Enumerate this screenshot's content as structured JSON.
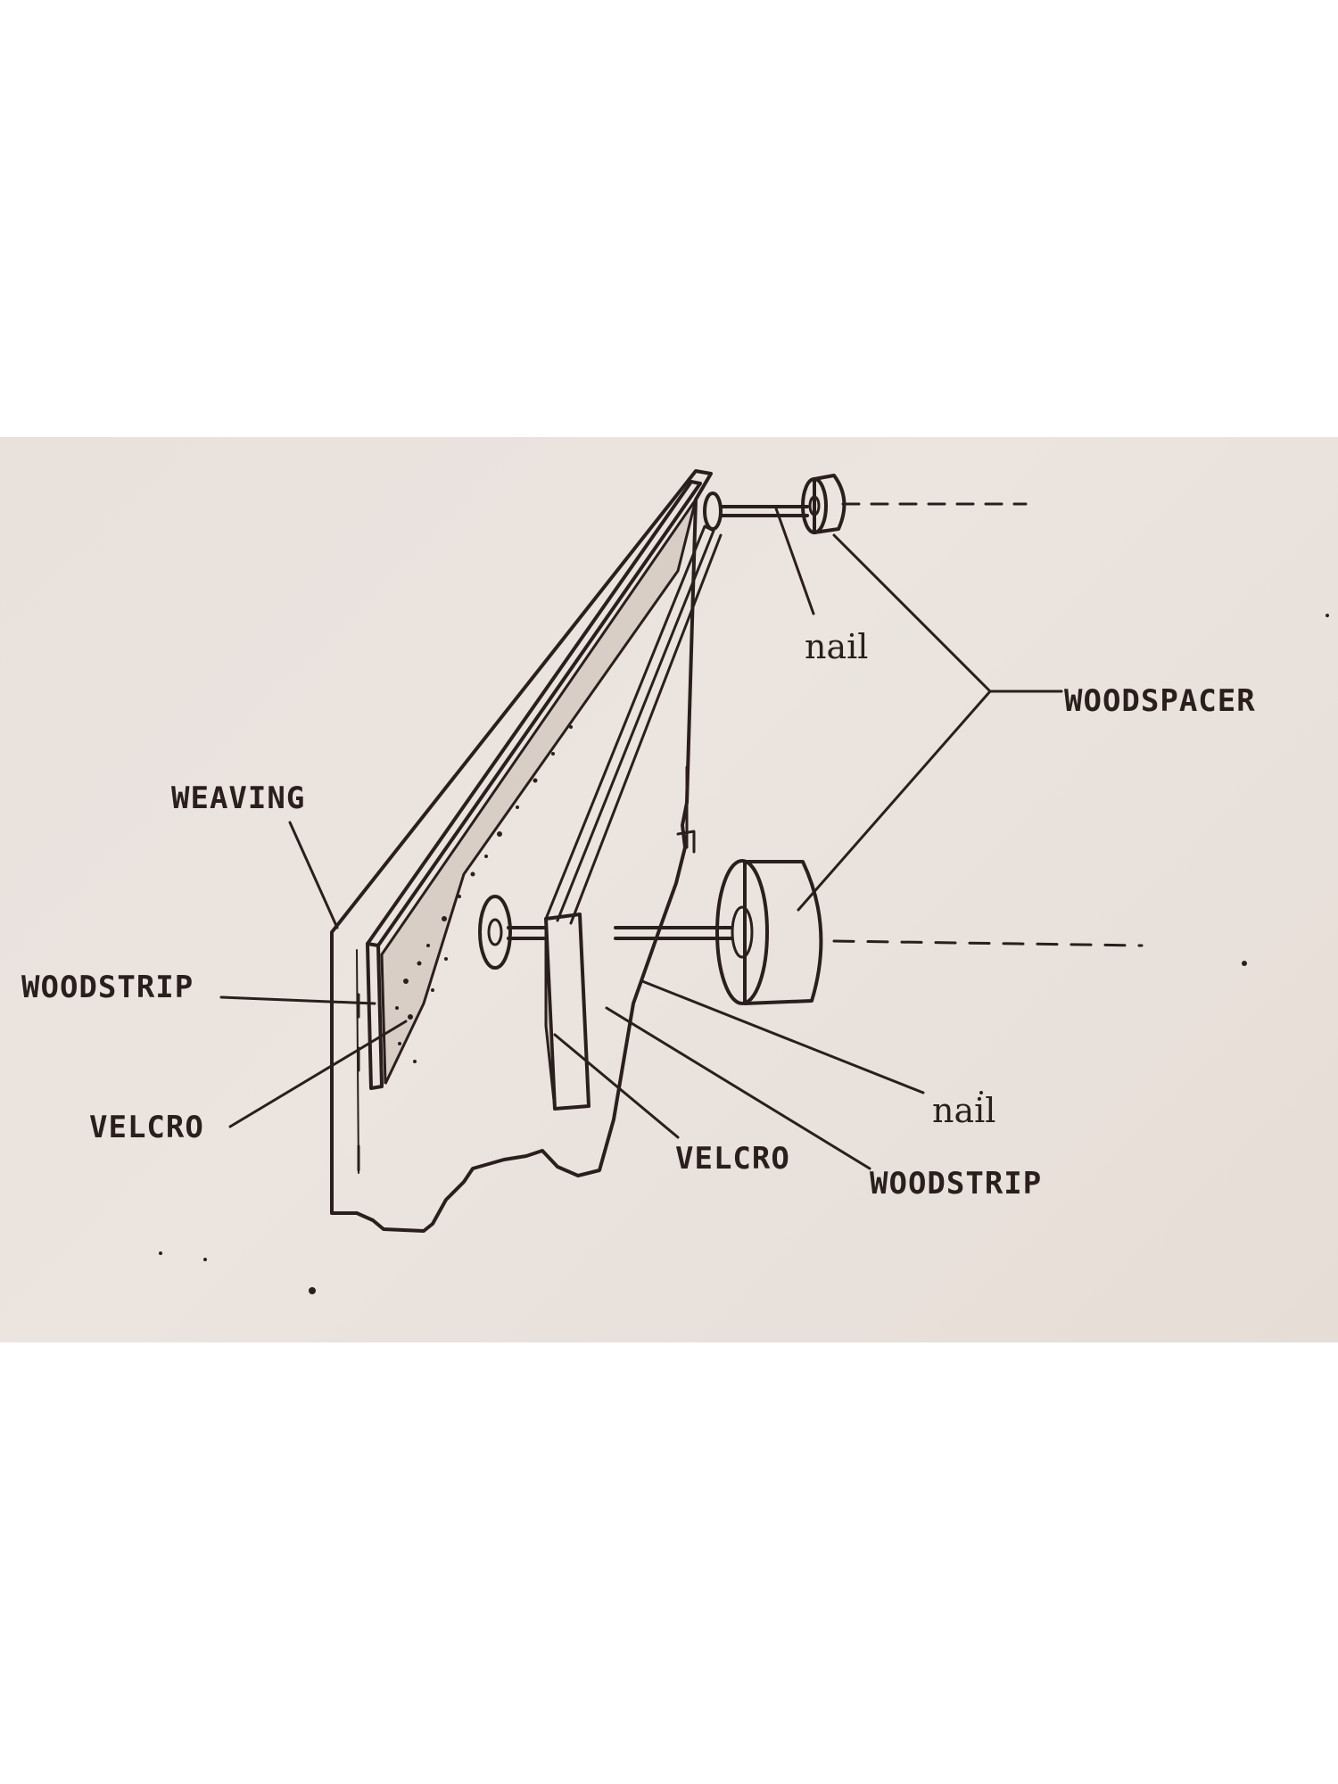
{
  "labels": {
    "weaving": "WEAVING",
    "woodstrip_left": "WOODSTRIP",
    "velcro_left": "VELCRO",
    "nail_top": "nail",
    "woodspacer": "WOODSPACER",
    "nail_bottom": "nail",
    "velcro_right": "VELCRO",
    "woodstrip_right": "WOODSTRIP"
  }
}
